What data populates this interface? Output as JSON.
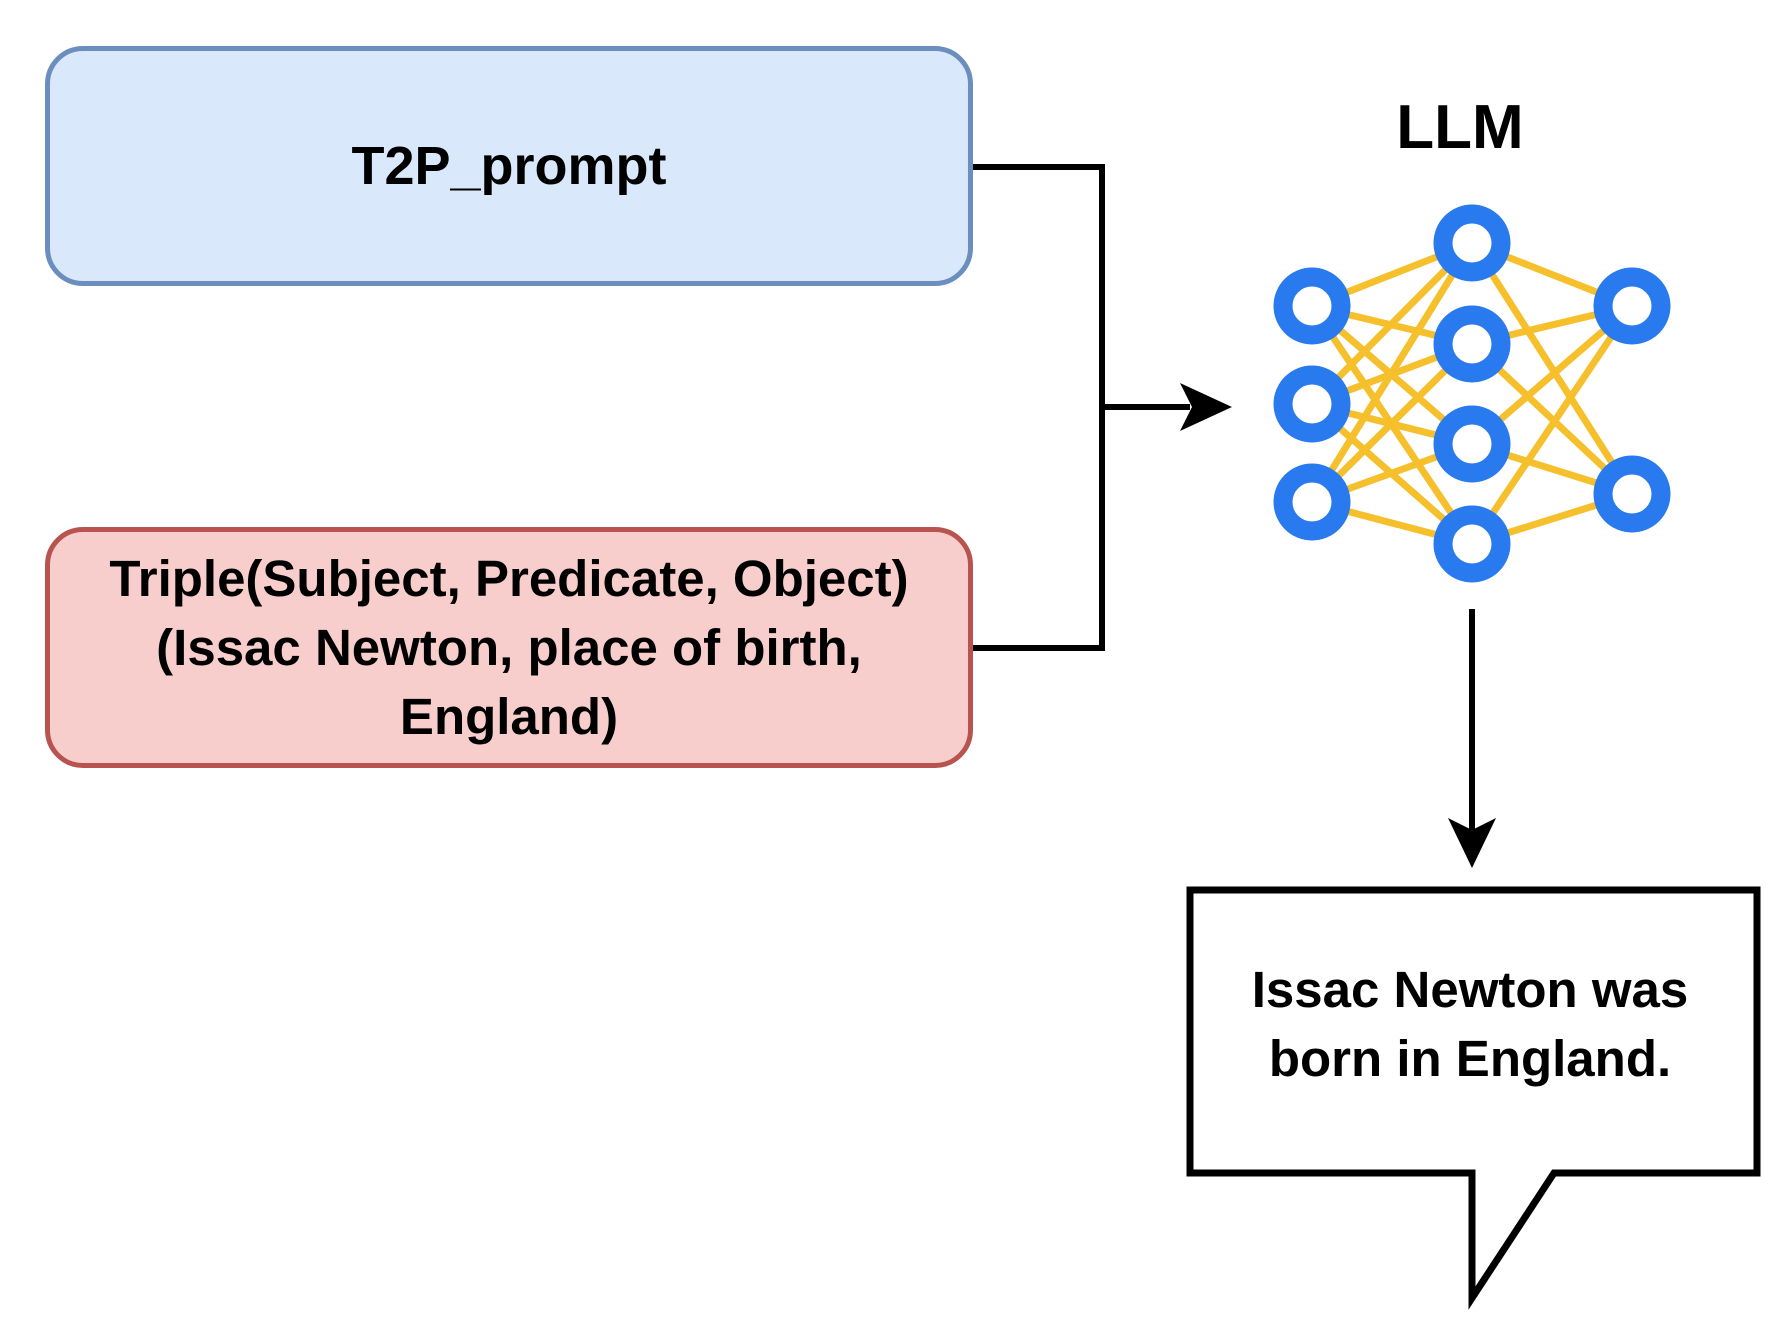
{
  "colors": {
    "prompt_fill": "#dae8fc",
    "prompt_border": "#6c8ebf",
    "triple_fill": "#f8cecc",
    "triple_border": "#b85450",
    "neuron": "#2979ef",
    "connection": "#f6c02c",
    "line": "#000000"
  },
  "prompt_box": {
    "label": "T2P_prompt"
  },
  "triple_box": {
    "lines": [
      "Triple(Subject, Predicate, Object)",
      "(Issac Newton, place of birth,",
      "England)"
    ]
  },
  "llm": {
    "title": "LLM",
    "icon": "neural-network-icon",
    "layers": [
      3,
      4,
      2
    ]
  },
  "output_bubble": {
    "icon": "speech-bubble",
    "lines": [
      "Issac Newton was",
      "born in England."
    ]
  }
}
